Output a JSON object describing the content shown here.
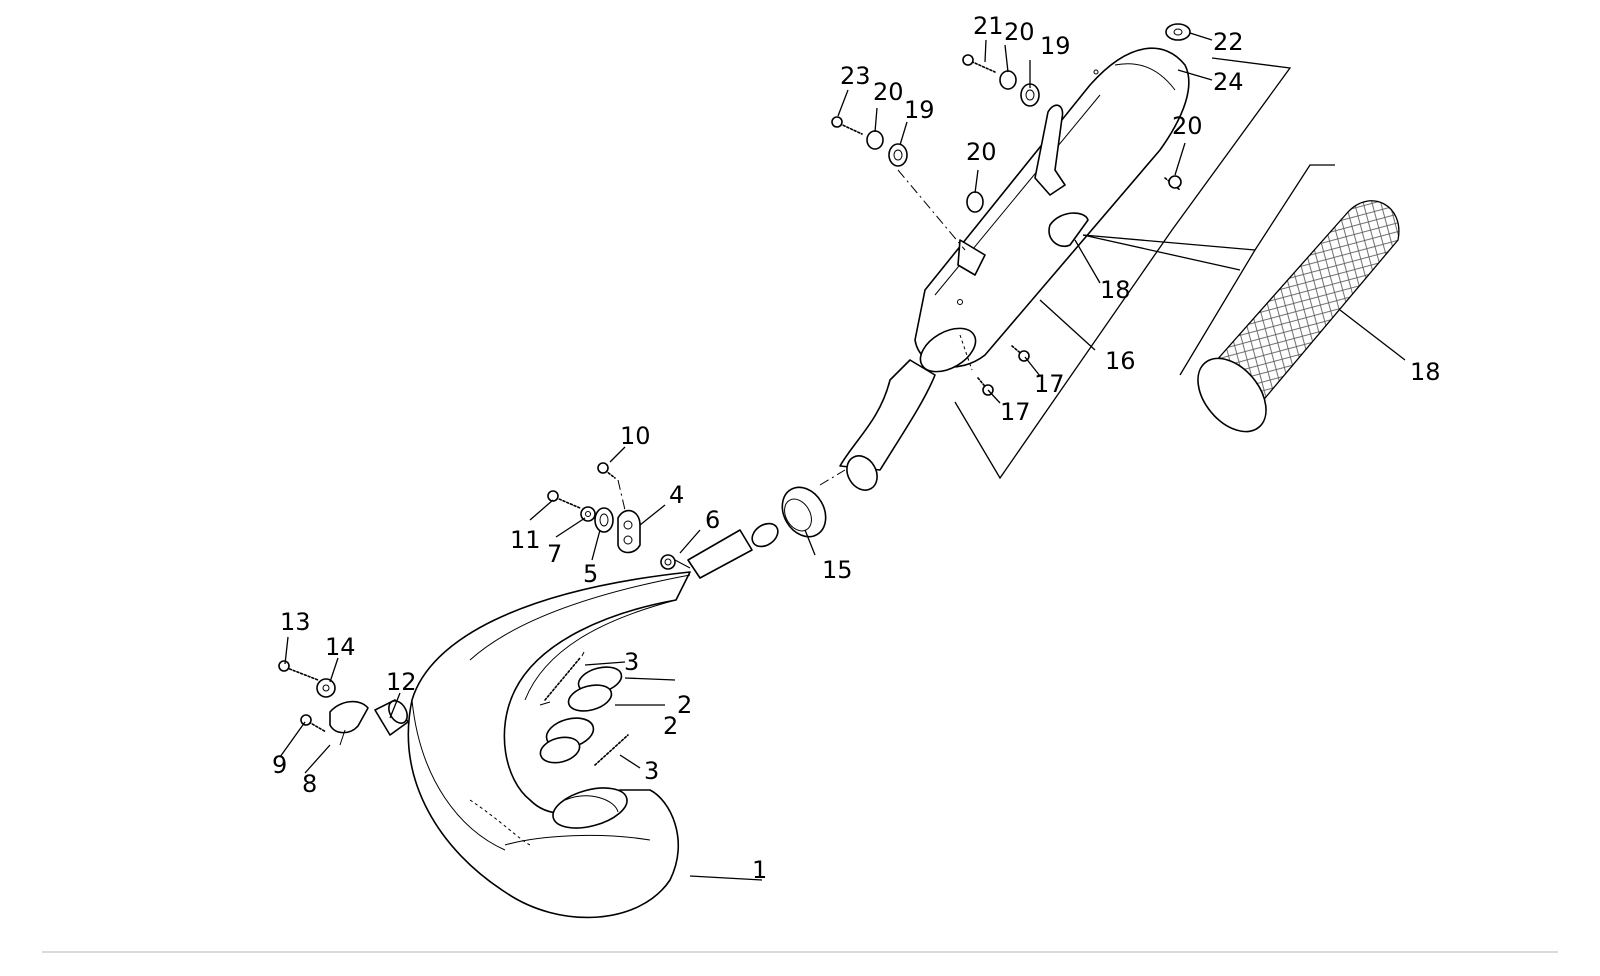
{
  "diagram": {
    "labels": [
      "1",
      "2",
      "2",
      "3",
      "3",
      "4",
      "5",
      "6",
      "7",
      "8",
      "9",
      "10",
      "11",
      "12",
      "13",
      "14",
      "15",
      "16",
      "17",
      "17",
      "18",
      "18",
      "19",
      "19",
      "20",
      "20",
      "20",
      "20",
      "21",
      "22",
      "23",
      "24"
    ]
  }
}
